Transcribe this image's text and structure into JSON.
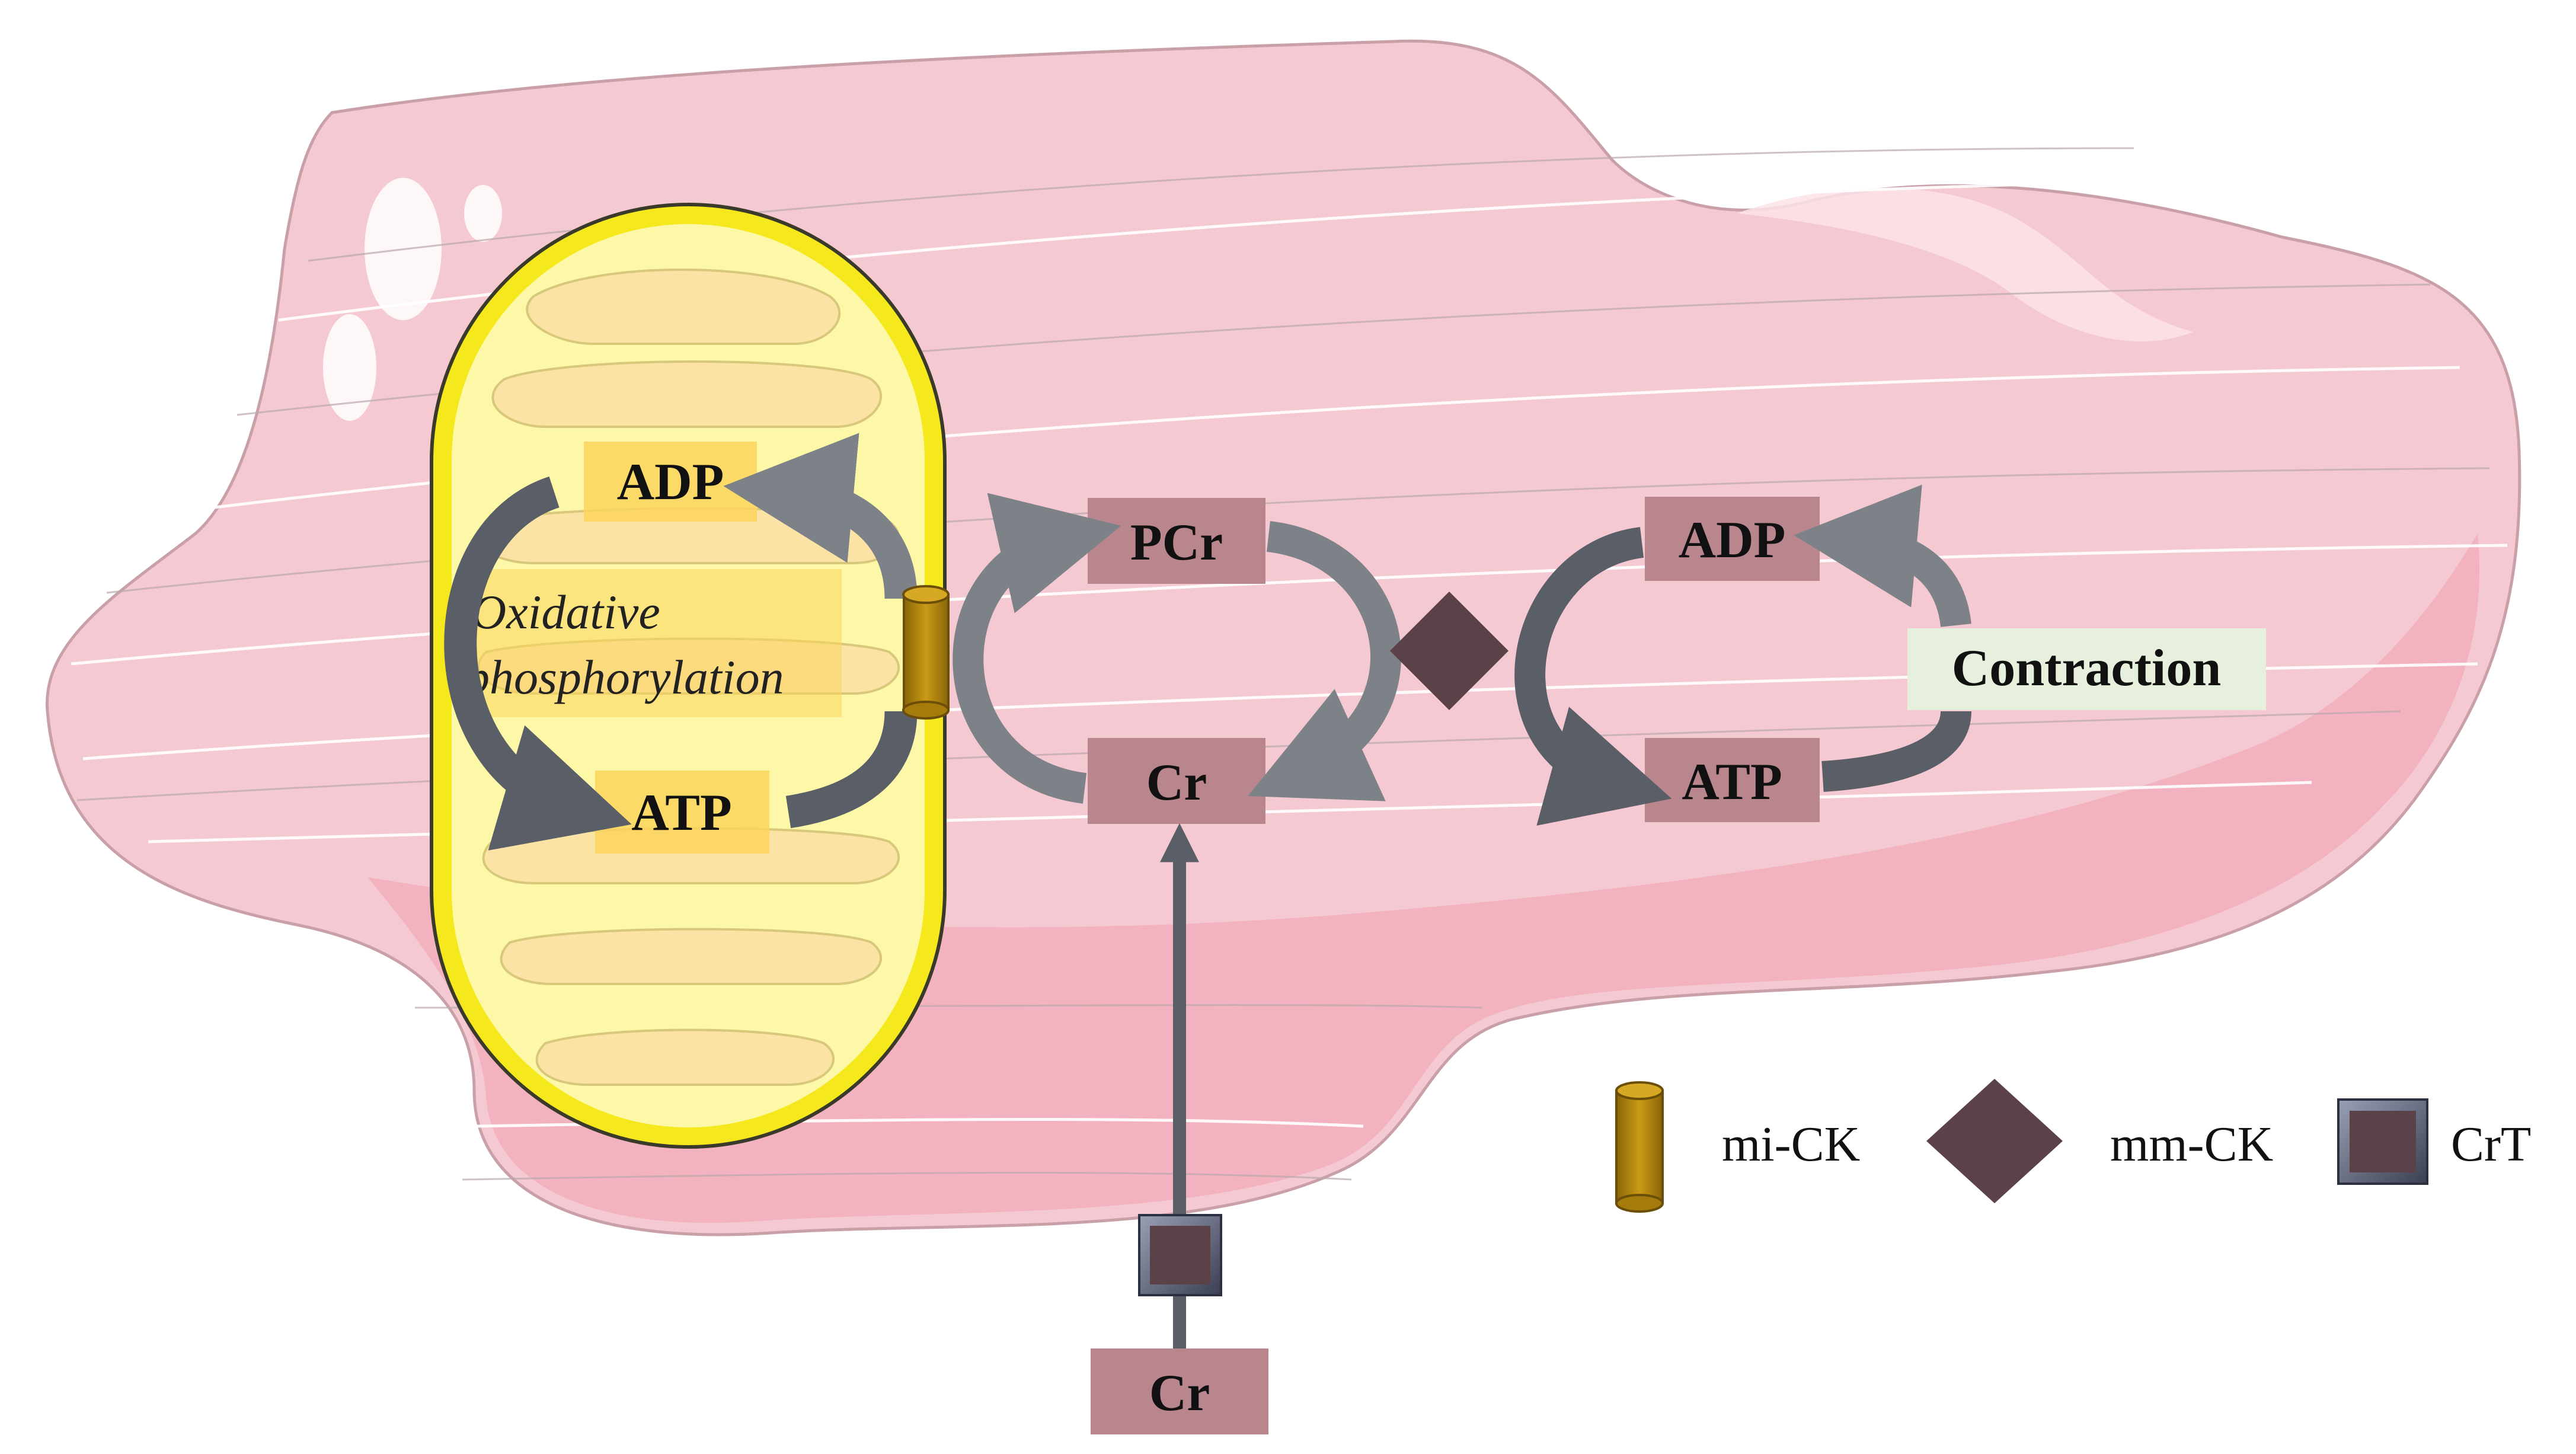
{
  "labels": {
    "mito_adp": "ADP",
    "mito_atp": "ATP",
    "oxphos_line1": "Oxidative",
    "oxphos_line2": "phosphorylation",
    "pcr": "PCr",
    "cr_cytosol": "Cr",
    "adp_right": "ADP",
    "atp_right": "ATP",
    "contraction": "Contraction",
    "cr_extracellular": "Cr"
  },
  "legend": {
    "mi_ck": "mi-CK",
    "mm_ck": "mm-CK",
    "crt": "CrT"
  },
  "colors": {
    "cell_fill": "#f5c9d1",
    "cell_stroke": "#c9a0a8",
    "mito_fill": "#fdf7a8",
    "mito_outer": "#f5e91d",
    "mito_stroke": "#3a3a2a",
    "cristae": "#fbe3a6",
    "label_yellow": "#fcd55d",
    "box_mauve": "#b9868d",
    "box_green": "#e6f0dc",
    "arrow_gray": "#7d8188",
    "arrow_dark": "#5a5e67",
    "enzyme_dark": "#5b4148",
    "mi_ck_gold": "#b58a0c"
  }
}
